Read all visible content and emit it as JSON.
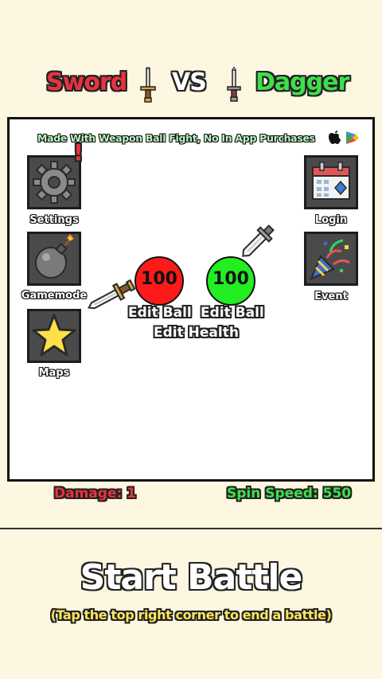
{
  "title": {
    "left_weapon": "Sword",
    "vs": "VS",
    "right_weapon": "Dagger",
    "left_color": "#e8323f",
    "right_color": "#3ee04a"
  },
  "arena": {
    "made_with": "Made With Weapon Ball Fight, No In App Purchases",
    "store_icons": [
      "apple-icon",
      "google-play-icon"
    ],
    "menu_left": [
      {
        "label": "Settings",
        "icon": "gear-icon",
        "badge": "!"
      },
      {
        "label": "Gamemode",
        "icon": "bomb-icon"
      },
      {
        "label": "Maps",
        "icon": "star-icon"
      }
    ],
    "menu_right": [
      {
        "label": "Login",
        "icon": "calendar-icon"
      },
      {
        "label": "Event",
        "icon": "party-popper-icon"
      }
    ],
    "balls": [
      {
        "value": "100",
        "edit_label": "Edit Ball",
        "color": "#ff1a1a",
        "weapon": "sword-icon"
      },
      {
        "value": "100",
        "edit_label": "Edit Ball",
        "color": "#22ee22",
        "weapon": "dagger-icon"
      }
    ],
    "edit_health": "Edit Health"
  },
  "stats": {
    "damage": "Damage: 1",
    "spin_speed": "Spin Speed: 550"
  },
  "start": {
    "label": "Start Battle",
    "hint": "(Tap the top right corner to end a battle)"
  }
}
